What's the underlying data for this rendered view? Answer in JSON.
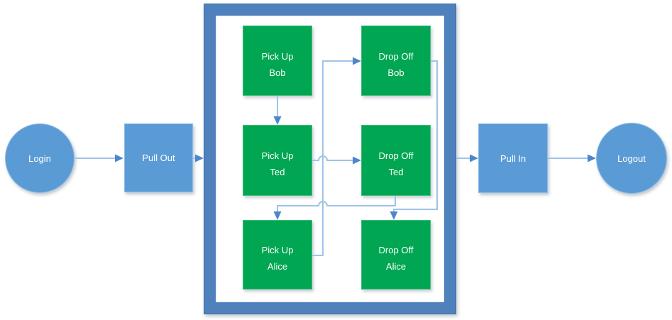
{
  "diagram": {
    "nodes": {
      "login": {
        "label": "Login",
        "shape": "circle"
      },
      "pull_out": {
        "label": "Pull Out",
        "shape": "square"
      },
      "pull_in": {
        "label": "Pull In",
        "shape": "square"
      },
      "logout": {
        "label": "Logout",
        "shape": "circle"
      }
    },
    "container_nodes": [
      {
        "line1": "Pick Up",
        "line2": "Bob"
      },
      {
        "line1": "Drop Off",
        "line2": "Bob"
      },
      {
        "line1": "Pick Up",
        "line2": "Ted"
      },
      {
        "line1": "Drop Off",
        "line2": "Ted"
      },
      {
        "line1": "Pick Up",
        "line2": "Alice"
      },
      {
        "line1": "Drop Off",
        "line2": "Alice"
      }
    ],
    "edges": [
      {
        "from": "Login",
        "to": "Pull Out"
      },
      {
        "from": "Pull Out",
        "to": "Trip Container"
      },
      {
        "from": "Pick Up Bob",
        "to": "Pick Up Ted"
      },
      {
        "from": "Pick Up Ted",
        "to": "Drop Off Ted"
      },
      {
        "from": "Drop Off Ted",
        "to": "Pick Up Alice"
      },
      {
        "from": "Pick Up Alice",
        "to": "Drop Off Bob"
      },
      {
        "from": "Drop Off Bob",
        "to": "Drop Off Alice"
      },
      {
        "from": "Trip Container",
        "to": "Pull In"
      },
      {
        "from": "Pull In",
        "to": "Logout"
      }
    ],
    "colors": {
      "node_fill": "#5B9BD5",
      "container_fill": "#4F81BD",
      "task_fill": "#00A651",
      "connector_line": "#9EC4E8",
      "arrowhead": "#4E87C9",
      "text": "#FFFFFF",
      "background": "#FFFFFF"
    }
  }
}
